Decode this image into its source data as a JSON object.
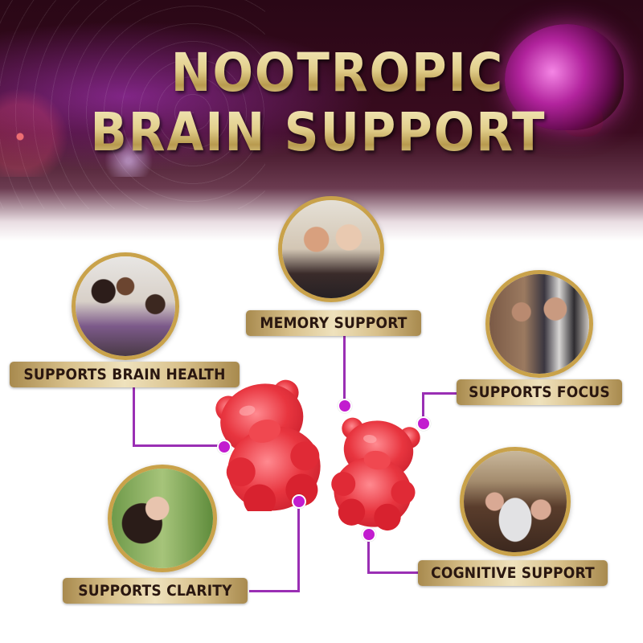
{
  "header": {
    "title_line1": "NOOTROPIC",
    "title_line2": "BRAIN SUPPORT",
    "background_color": "#2a0716",
    "title_color": "#e2cf8c"
  },
  "benefits": [
    {
      "label": "MEMORY SUPPORT",
      "image": "grandfather-and-daughter-laughing"
    },
    {
      "label": "SUPPORTS BRAIN HEALTH",
      "image": "women-chatting-with-tablet"
    },
    {
      "label": "SUPPORTS FOCUS",
      "image": "woman-thinking-at-laptop"
    },
    {
      "label": "SUPPORTS CLARITY",
      "image": "woman-breathing-outdoors"
    },
    {
      "label": "COGNITIVE SUPPORT",
      "image": "hands-doing-puzzle"
    }
  ],
  "product": {
    "name": "gummy-bears",
    "count": 2,
    "color": "#e0303f"
  },
  "connector_color": "#9a2fb4",
  "dot_color": "#c21ccf",
  "label_text_color": "#2a1710",
  "frame_color": "#c9a24a"
}
